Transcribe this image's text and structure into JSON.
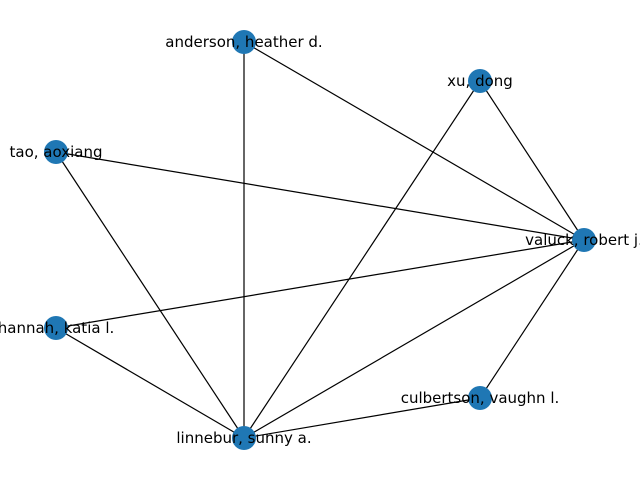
{
  "graph": {
    "node_color": "#1f77b4",
    "edge_color": "#000000",
    "nodes": [
      {
        "id": "anderson",
        "label": "anderson, heather d."
      },
      {
        "id": "xu",
        "label": "xu, dong"
      },
      {
        "id": "tao",
        "label": "tao, aoxiang"
      },
      {
        "id": "valuck",
        "label": "valuck, robert j."
      },
      {
        "id": "hannah",
        "label": "hannah, katia l."
      },
      {
        "id": "culbertson",
        "label": "culbertson, vaughn l."
      },
      {
        "id": "linnebur",
        "label": "linnebur, sunny a."
      }
    ],
    "edges": [
      [
        "anderson",
        "valuck"
      ],
      [
        "anderson",
        "linnebur"
      ],
      [
        "xu",
        "valuck"
      ],
      [
        "xu",
        "linnebur"
      ],
      [
        "tao",
        "valuck"
      ],
      [
        "tao",
        "linnebur"
      ],
      [
        "valuck",
        "hannah"
      ],
      [
        "valuck",
        "culbertson"
      ],
      [
        "valuck",
        "linnebur"
      ],
      [
        "hannah",
        "linnebur"
      ],
      [
        "culbertson",
        "linnebur"
      ]
    ]
  }
}
